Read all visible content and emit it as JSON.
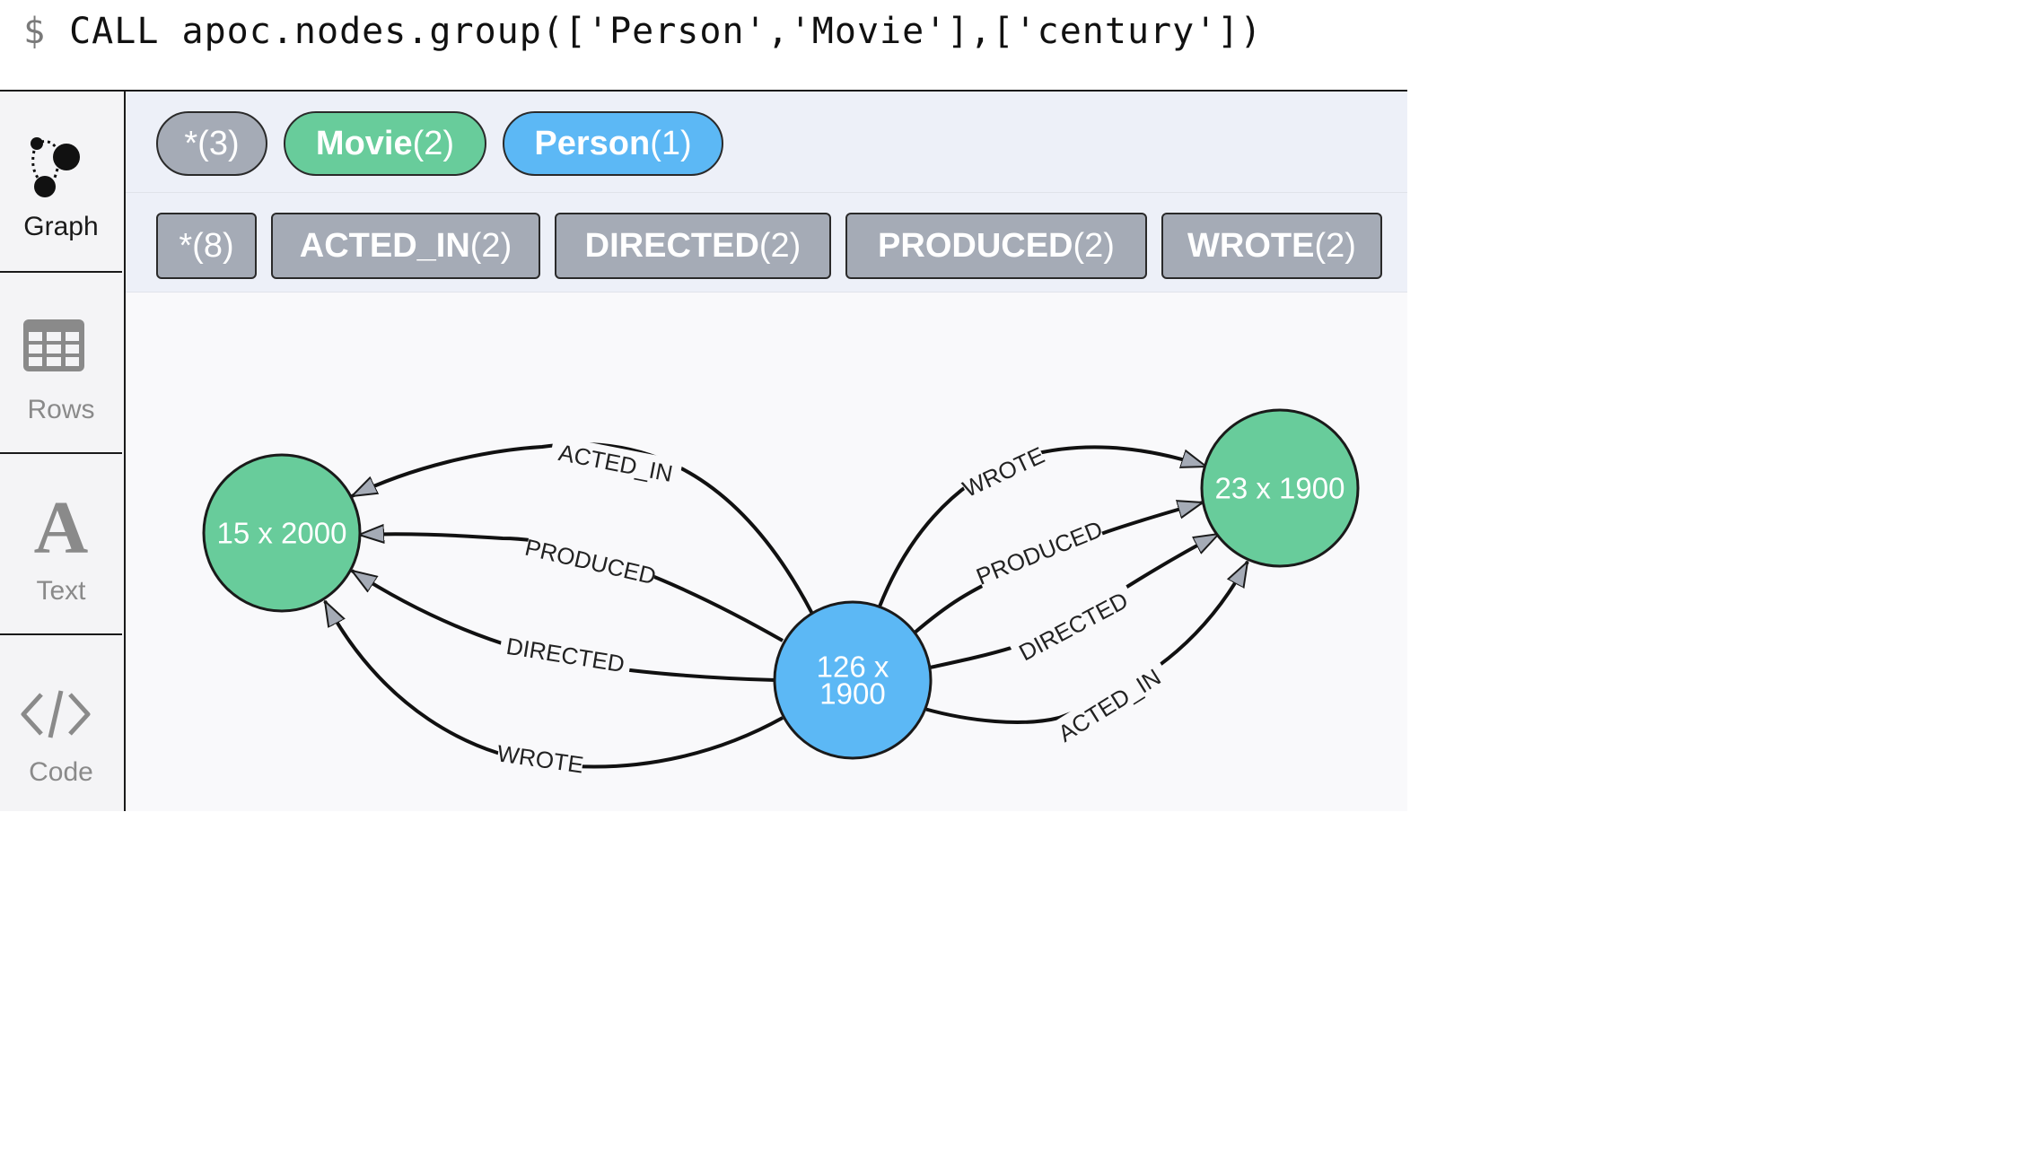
{
  "command": {
    "prompt": "$",
    "text": "CALL apoc.nodes.group(['Person','Movie'],['century'])"
  },
  "sidebar": {
    "items": [
      {
        "label": "Graph",
        "icon": "graph-icon",
        "active": true
      },
      {
        "label": "Rows",
        "icon": "table-icon",
        "active": false
      },
      {
        "label": "Text",
        "icon": "text-icon",
        "active": false
      },
      {
        "label": "Code",
        "icon": "code-icon",
        "active": false
      }
    ]
  },
  "labels": [
    {
      "name": "*",
      "count": "(3)",
      "color": "#a5abb6"
    },
    {
      "name": "Movie",
      "count": "(2)",
      "color": "#68cc9b"
    },
    {
      "name": "Person",
      "count": "(1)",
      "color": "#5cb8f5"
    }
  ],
  "rel_types": [
    {
      "name": "*",
      "count": "(8)"
    },
    {
      "name": "ACTED_IN",
      "count": "(2)"
    },
    {
      "name": "DIRECTED",
      "count": "(2)"
    },
    {
      "name": "PRODUCED",
      "count": "(2)"
    },
    {
      "name": "WROTE",
      "count": "(2)"
    }
  ],
  "graph": {
    "nodes": [
      {
        "id": "movie2000",
        "label_lines": [
          "15 x 2000"
        ],
        "color": "#68cc9b"
      },
      {
        "id": "movie1900",
        "label_lines": [
          "23 x 1900"
        ],
        "color": "#68cc9b"
      },
      {
        "id": "person1900",
        "label_lines": [
          "126 x",
          "1900"
        ],
        "color": "#5cb8f5"
      }
    ],
    "edges": [
      {
        "type": "ACTED_IN",
        "from": "person1900",
        "to": "movie2000"
      },
      {
        "type": "PRODUCED",
        "from": "person1900",
        "to": "movie2000"
      },
      {
        "type": "DIRECTED",
        "from": "person1900",
        "to": "movie2000"
      },
      {
        "type": "WROTE",
        "from": "person1900",
        "to": "movie2000"
      },
      {
        "type": "WROTE",
        "from": "person1900",
        "to": "movie1900"
      },
      {
        "type": "PRODUCED",
        "from": "person1900",
        "to": "movie1900"
      },
      {
        "type": "DIRECTED",
        "from": "person1900",
        "to": "movie1900"
      },
      {
        "type": "ACTED_IN",
        "from": "person1900",
        "to": "movie1900"
      }
    ]
  }
}
